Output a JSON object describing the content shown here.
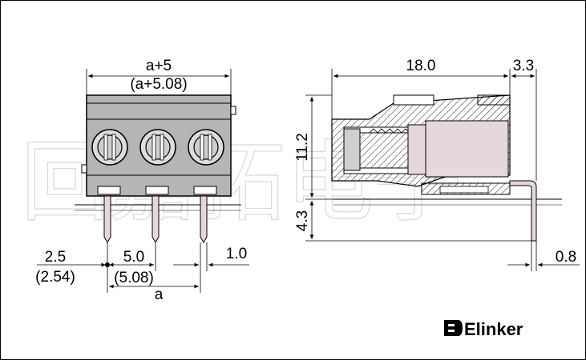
{
  "front_view": {
    "width_label": "a+5",
    "width_label_alt": "(a+5.08)",
    "offset_label": "2.5",
    "offset_label_alt": "(2.54)",
    "pitch_label": "5.0",
    "pitch_label_alt": "(5.08)",
    "pin_width_label": "1.0",
    "span_label": "a"
  },
  "side_view": {
    "length_label": "18.0",
    "extension_label": "3.3",
    "height_label": "11.2",
    "pin_length_label": "4.3",
    "pin_thickness_label": "0.8"
  },
  "brand": {
    "name": "Elinker",
    "watermark": "回嘉拓电子"
  },
  "colors": {
    "line": "#000000",
    "body_fill": "#b5b5b5",
    "pin_fill": "#e6d7dc",
    "hatch": "#000000"
  }
}
